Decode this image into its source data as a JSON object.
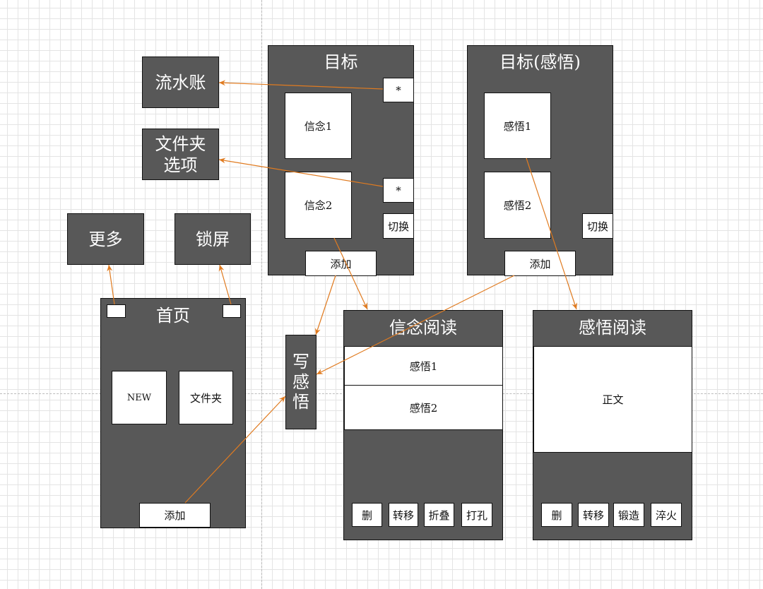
{
  "nodes": {
    "ledger": "流水账",
    "folder_options": "文件夹\n选项",
    "more": "更多",
    "lock_screen": "锁屏",
    "write_insight": "写\n感\n悟"
  },
  "home": {
    "title": "首页",
    "new": "NEW",
    "folder": "文件夹",
    "add": "添加"
  },
  "goal": {
    "title": "目标",
    "star1": "*",
    "belief1": "信念1",
    "belief2": "信念2",
    "star2": "*",
    "switch": "切换",
    "add": "添加"
  },
  "goal_insight": {
    "title": "目标(感悟)",
    "insight1": "感悟1",
    "insight2": "感悟2",
    "switch": "切换",
    "add": "添加"
  },
  "belief_read": {
    "title": "信念阅读",
    "rows": [
      "感悟1",
      "感悟2"
    ],
    "buttons": [
      "删",
      "转移",
      "折叠",
      "打孔"
    ]
  },
  "insight_read": {
    "title": "感悟阅读",
    "body": "正文",
    "buttons": [
      "删",
      "转移",
      "锻造",
      "淬火"
    ]
  },
  "colors": {
    "panel": "#585858",
    "arrow": "#e07b20"
  }
}
